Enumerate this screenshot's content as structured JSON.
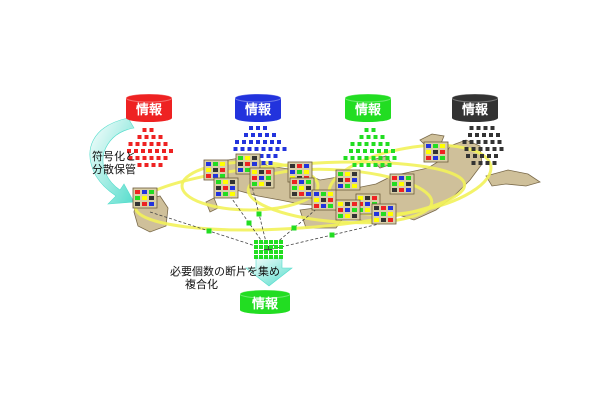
{
  "sources": [
    {
      "label": "情報",
      "color": "#ee2222",
      "text_color": "#ffffff"
    },
    {
      "label": "情報",
      "color": "#2233dd",
      "text_color": "#ffffff"
    },
    {
      "label": "情報",
      "color": "#22dd22",
      "text_color": "#ffffff"
    },
    {
      "label": "情報",
      "color": "#333333",
      "text_color": "#ffffff"
    }
  ],
  "result": {
    "label": "情報",
    "color": "#22dd22",
    "text_color": "#ffffff"
  },
  "labels": {
    "encode_store": [
      "符号化と",
      "分散保管"
    ],
    "reconstruct": [
      "必要個数の断片を集め",
      "複合化"
    ]
  },
  "colors": {
    "land": "#cfc09a",
    "land_stroke": "#7a6a4a",
    "ring": "#f2f25a",
    "arrow_cyan": "#55ddcc",
    "fragment_green": "#22dd22",
    "fragment_yellow": "#ffff00",
    "fragment_red": "#ee2222",
    "fragment_blue": "#2233dd",
    "fragment_dark": "#333333"
  }
}
